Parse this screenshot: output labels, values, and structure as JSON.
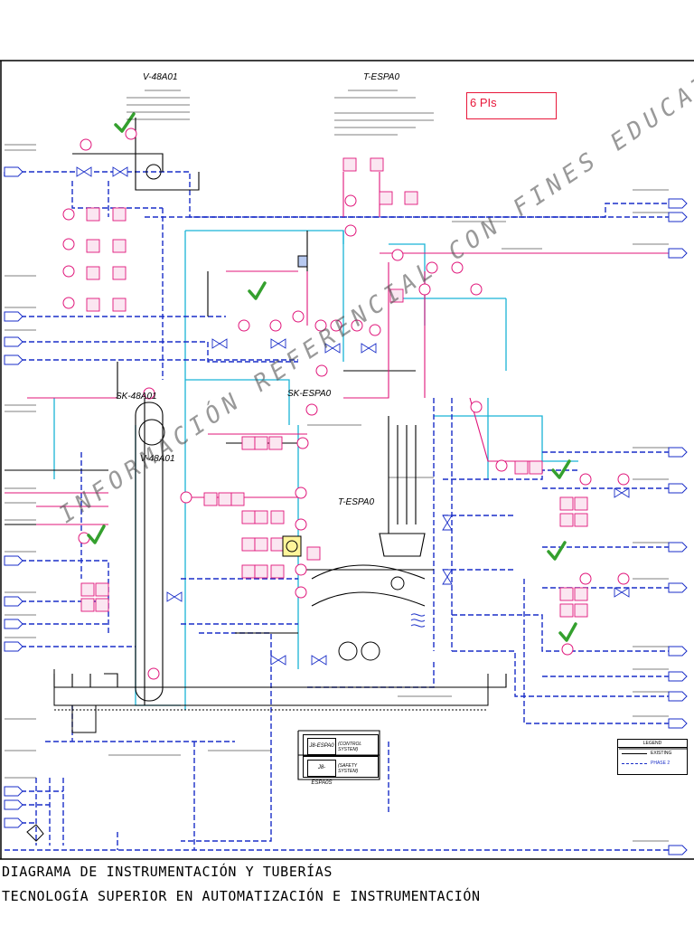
{
  "box_label": "6 PIs",
  "vessels": {
    "v48a01_top": "V-48A01",
    "t_esp_top": "T-ESPA0",
    "sk48a01": "SK-48A01",
    "v48a01_mid": "V-48A01",
    "sk_esp": "SK-ESPA0",
    "t_esp_mid": "T-ESPA0"
  },
  "system_box": {
    "row1_tag": "J8-ESPA0",
    "row1_text": "(CONTROL SYSTEM)",
    "row2_tag": "J8-ESPA0S",
    "row2_text": "(SAFETY SYSTEM)"
  },
  "legend": {
    "title": "LEGEND",
    "row1": "EXISTING",
    "row2": "PHASE 2"
  },
  "watermark": "INFORMACIÓN REFERENCIAL CON FINES EDUCATIVOS",
  "title_line1": "DIAGRAMA DE INSTRUMENTACIÓN Y TUBERÍAS",
  "title_line2": "TECNOLOGÍA SUPERIOR EN AUTOMATIZACIÓN E INSTRUMENTACIÓN",
  "colors": {
    "existing_line": "#000000",
    "phase2_line": "#1a2ec8",
    "instrument": "#e0157a",
    "cooling": "#19b4d6",
    "check": "#34a02e",
    "highlight_box": "#e8173a"
  }
}
